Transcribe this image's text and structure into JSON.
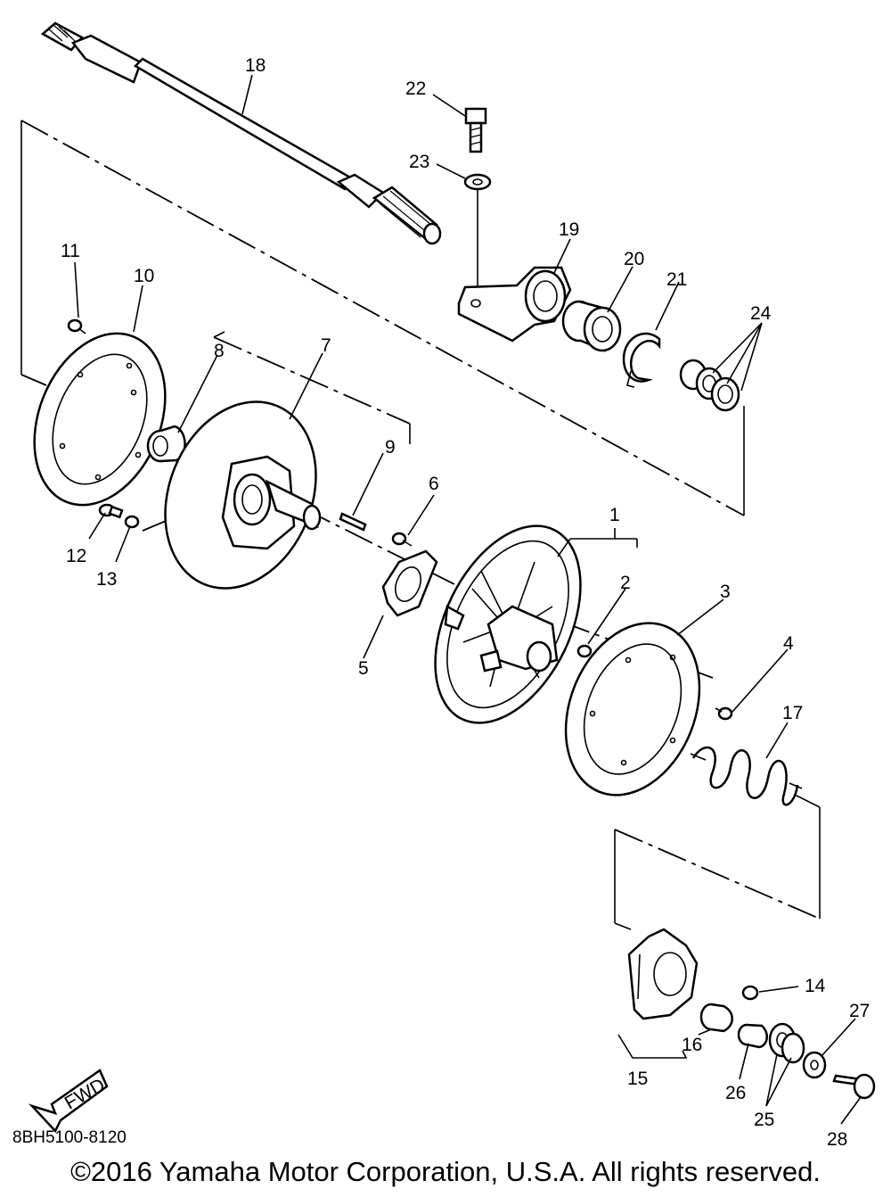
{
  "diagram": {
    "code": "8BH5100-8120",
    "copyright": "©2016 Yamaha Motor Corporation, U.S.A. All rights reserved.",
    "fwd_label": "FWD",
    "callouts": {
      "n1": "1",
      "n2": "2",
      "n3": "3",
      "n4": "4",
      "n5": "5",
      "n6": "6",
      "n7": "7",
      "n8": "8",
      "n9": "9",
      "n10": "10",
      "n11": "11",
      "n12": "12",
      "n13": "13",
      "n14": "14",
      "n15": "15",
      "n16": "16",
      "n17": "17",
      "n18": "18",
      "n19": "19",
      "n20": "20",
      "n21": "21",
      "n22": "22",
      "n23": "23",
      "n24": "24",
      "n25": "25",
      "n26": "26",
      "n27": "27",
      "n28": "28"
    }
  }
}
